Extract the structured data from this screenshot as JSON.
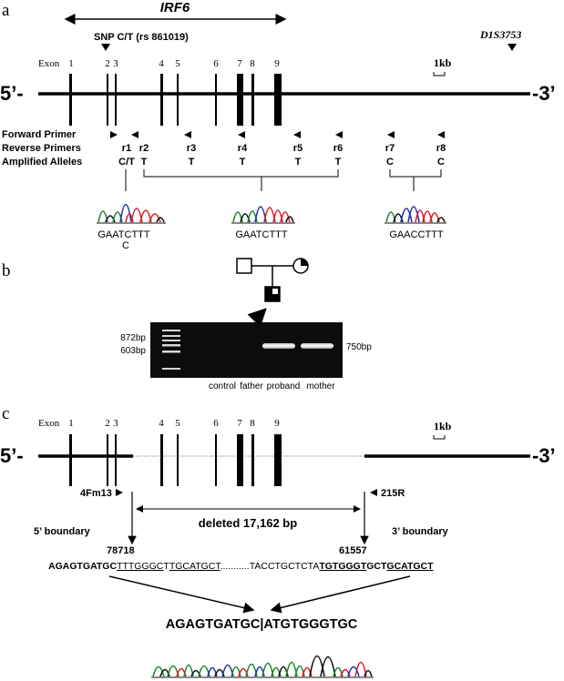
{
  "panels": {
    "a": "a",
    "b": "b",
    "c": "c"
  },
  "panel_a": {
    "gene": "IRF6",
    "snp": "SNP C/T (rs 861019)",
    "marker": "D1S3753",
    "exon_label": "Exon",
    "exons": [
      "1",
      "2",
      "3",
      "4",
      "5",
      "6",
      "7",
      "8",
      "9"
    ],
    "scale": "1kb",
    "end5": "5’-",
    "end3": "-3’",
    "row_labels": [
      "Forward Primer",
      "Reverse Primers",
      "Amplified Alleles"
    ],
    "primers": [
      "r1",
      "r2",
      "r3",
      "r4",
      "r5",
      "r6",
      "r7",
      "r8"
    ],
    "alleles": [
      "C/T",
      "T",
      "T",
      "T",
      "T",
      "T",
      "C",
      "C"
    ],
    "seqs": [
      {
        "line1": "GAATCTTT",
        "line2": "C"
      },
      {
        "line1": "GAATCTTT",
        "line2": ""
      },
      {
        "line1": "GAACCTTT",
        "line2": ""
      }
    ]
  },
  "panel_b": {
    "ladder": [
      "872bp",
      "603bp"
    ],
    "band": "750bp",
    "lanes": [
      "control",
      "father",
      "proband",
      "mother"
    ]
  },
  "panel_c": {
    "exon_label": "Exon",
    "exons": [
      "1",
      "2",
      "3",
      "4",
      "5",
      "6",
      "7",
      "8",
      "9"
    ],
    "scale": "1kb",
    "end5": "5’-",
    "end3": "-3’",
    "fwd_primer": "4Fm13",
    "rev_primer": "215R",
    "deleted": "deleted 17,162 bp",
    "b5": "5’ boundary",
    "b3": "3’ boundary",
    "pos5": "78718",
    "pos3": "61557",
    "seq_left_bold": "AGAGTGATGC",
    "seq_left_u1": "TTTGGGC",
    "seq_left_mid": "T",
    "seq_left_u2": "TGCATGCT",
    "seq_dots": "...........",
    "seq_right_plain": "TACCTGCTCTA",
    "seq_right_bold": "TGTGGGT",
    "seq_right_mid": "GCT",
    "seq_right_u2": "GCATGCT",
    "junction": "AGAGTGATGC|ATGTGGGTGC"
  },
  "colors": {
    "trace_green": "#1a8a2a",
    "trace_blue": "#1f2fb0",
    "trace_red": "#d8202a",
    "trace_black": "#111111",
    "gel_bg": "#0c0c0c"
  }
}
